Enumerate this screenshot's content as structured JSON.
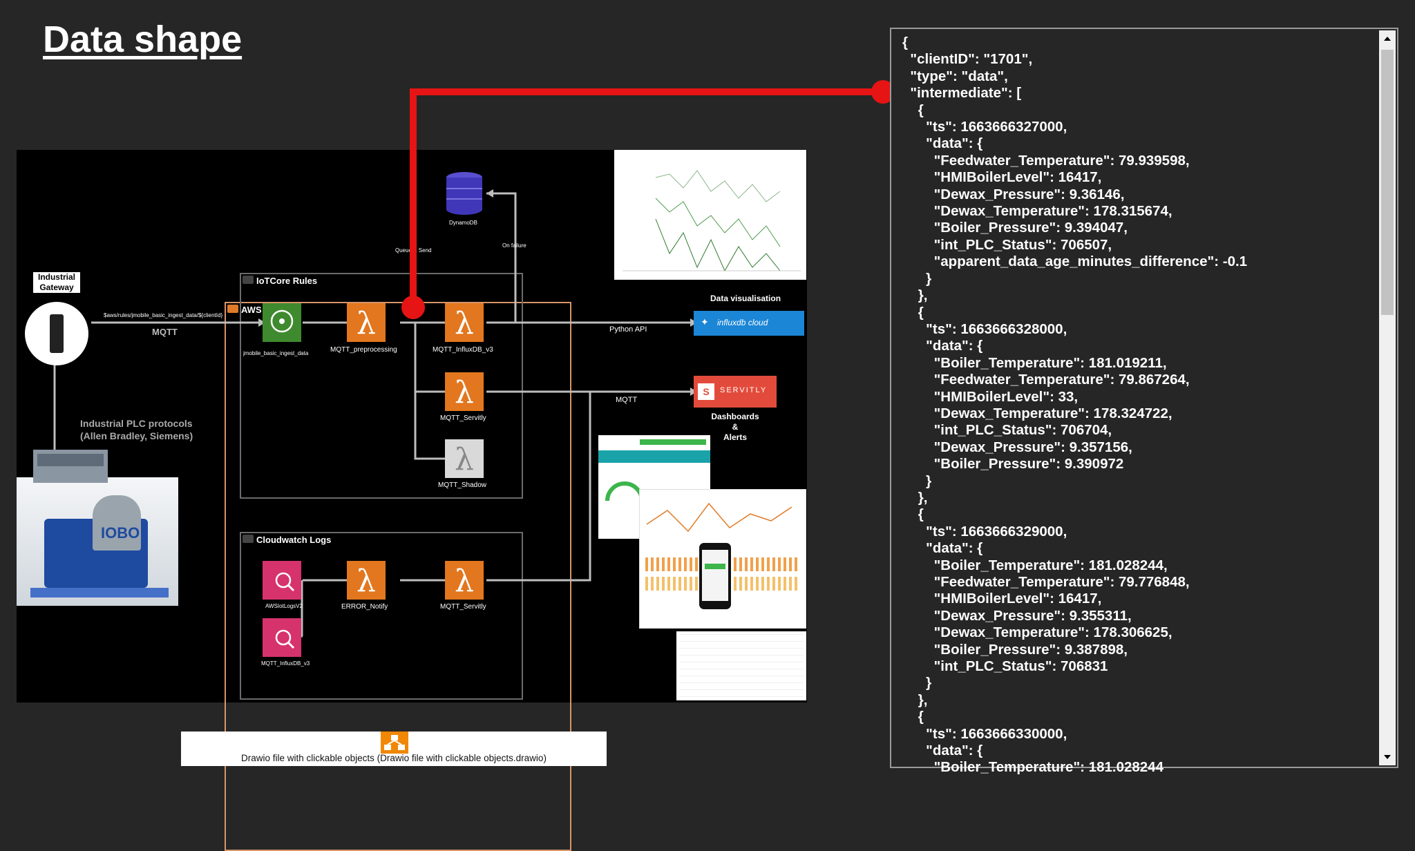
{
  "page": {
    "title": "Data shape"
  },
  "diagram": {
    "aws_cloud_label": "AWS Cloud",
    "iot_rules_label": "IoTCore Rules",
    "cloudwatch_label": "Cloudwatch Logs",
    "gateway_label_1": "Industrial",
    "gateway_label_2": "Gateway",
    "mqtt_topic": "$aws/rules/jmobile_basic_ingest_data/${clientId}",
    "mqtt_label": "MQTT",
    "plc_label_1": "Industrial PLC protocols",
    "plc_label_2": "(Allen Bradley, Siemens)",
    "jmobile_label": "jmobile_basic_ingest_data",
    "preprocessing_label": "MQTT_preprocessing",
    "influxdb_label": "MQTT_InfluxDB_v3",
    "servitly_label": "MQTT_Servitly",
    "shadow_label": "MQTT_Shadow",
    "dynamodb_label": "DynamoDB",
    "queue_send_label": "Queue & Send",
    "on_failure_label": "On failure",
    "python_api_label": "Python API",
    "mqtt_label_2": "MQTT",
    "data_vis_label": "Data visualisation",
    "influx_cloud_label": "influxdb cloud",
    "servitly_brand": "SERVITLY",
    "dashboards_label_1": "Dashboards",
    "dashboards_label_2": "&",
    "dashboards_label_3": "Alerts",
    "awslogs_label": "AWSIotLogsV2",
    "error_notify_label": "ERROR_Notify",
    "servitly_label_2": "MQTT_Servitly",
    "influxdb_log_label": "MQTT_InfluxDB_v3",
    "machine_brand": "IOBO"
  },
  "drawio": {
    "text": "Drawio file with clickable objects (Drawio file with clickable objects.drawio)"
  },
  "json_panel": {
    "text": "{\n  \"clientID\": \"1701\",\n  \"type\": \"data\",\n  \"intermediate\": [\n    {\n      \"ts\": 1663666327000,\n      \"data\": {\n        \"Feedwater_Temperature\": 79.939598,\n        \"HMIBoilerLevel\": 16417,\n        \"Dewax_Pressure\": 9.36146,\n        \"Dewax_Temperature\": 178.315674,\n        \"Boiler_Pressure\": 9.394047,\n        \"int_PLC_Status\": 706507,\n        \"apparent_data_age_minutes_difference\": -0.1\n      }\n    },\n    {\n      \"ts\": 1663666328000,\n      \"data\": {\n        \"Boiler_Temperature\": 181.019211,\n        \"Feedwater_Temperature\": 79.867264,\n        \"HMIBoilerLevel\": 33,\n        \"Dewax_Temperature\": 178.324722,\n        \"int_PLC_Status\": 706704,\n        \"Dewax_Pressure\": 9.357156,\n        \"Boiler_Pressure\": 9.390972\n      }\n    },\n    {\n      \"ts\": 1663666329000,\n      \"data\": {\n        \"Boiler_Temperature\": 181.028244,\n        \"Feedwater_Temperature\": 79.776848,\n        \"HMIBoilerLevel\": 16417,\n        \"Dewax_Pressure\": 9.355311,\n        \"Dewax_Temperature\": 178.306625,\n        \"Boiler_Pressure\": 9.387898,\n        \"int_PLC_Status\": 706831\n      }\n    },\n    {\n      \"ts\": 1663666330000,\n      \"data\": {\n        \"Boiler_Temperature\": 181.028244"
  },
  "colors": {
    "accent_red": "#e61414",
    "lambda_orange": "#e2771f",
    "green": "#3f8a2e",
    "pink": "#d6336c",
    "influx_blue": "#1c86d6",
    "servitly_red": "#e24b3b"
  }
}
